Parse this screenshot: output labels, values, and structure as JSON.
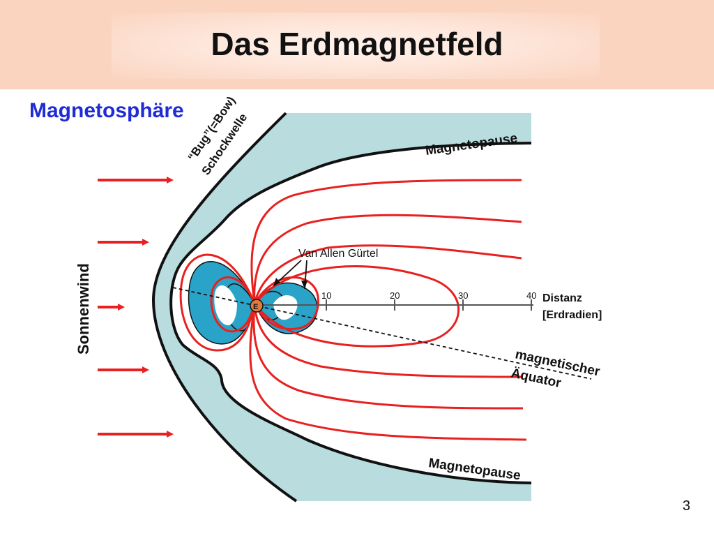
{
  "slide": {
    "title": "Das Erdmagnetfeld",
    "subtitle": "Magnetosphäre",
    "page_number": "3"
  },
  "labels": {
    "bow_shock_line1": "“Bug”(=Bow)",
    "bow_shock_line2": "Schockwelle",
    "magnetopause_top": "Magnetopause",
    "magnetopause_bottom": "Magnetopause",
    "solar_wind": "Sonnenwind",
    "van_allen": "Van Allen Gürtel",
    "earth": "E",
    "distance_line1": "Distanz",
    "distance_line2": "[Erdradien]",
    "mag_equator_line1": "magnetischer",
    "mag_equator_line2": "Äquator"
  },
  "distance_ticks": [
    "10",
    "20",
    "30",
    "40"
  ],
  "colors": {
    "header_band": "#fbd4c0",
    "subtitle": "#1f2bd6",
    "field_lines": "#e8201f",
    "magnetosheath": "#b9dcdf",
    "radiation_belts": "#2aa3c8",
    "earth": "#e07a3c"
  }
}
